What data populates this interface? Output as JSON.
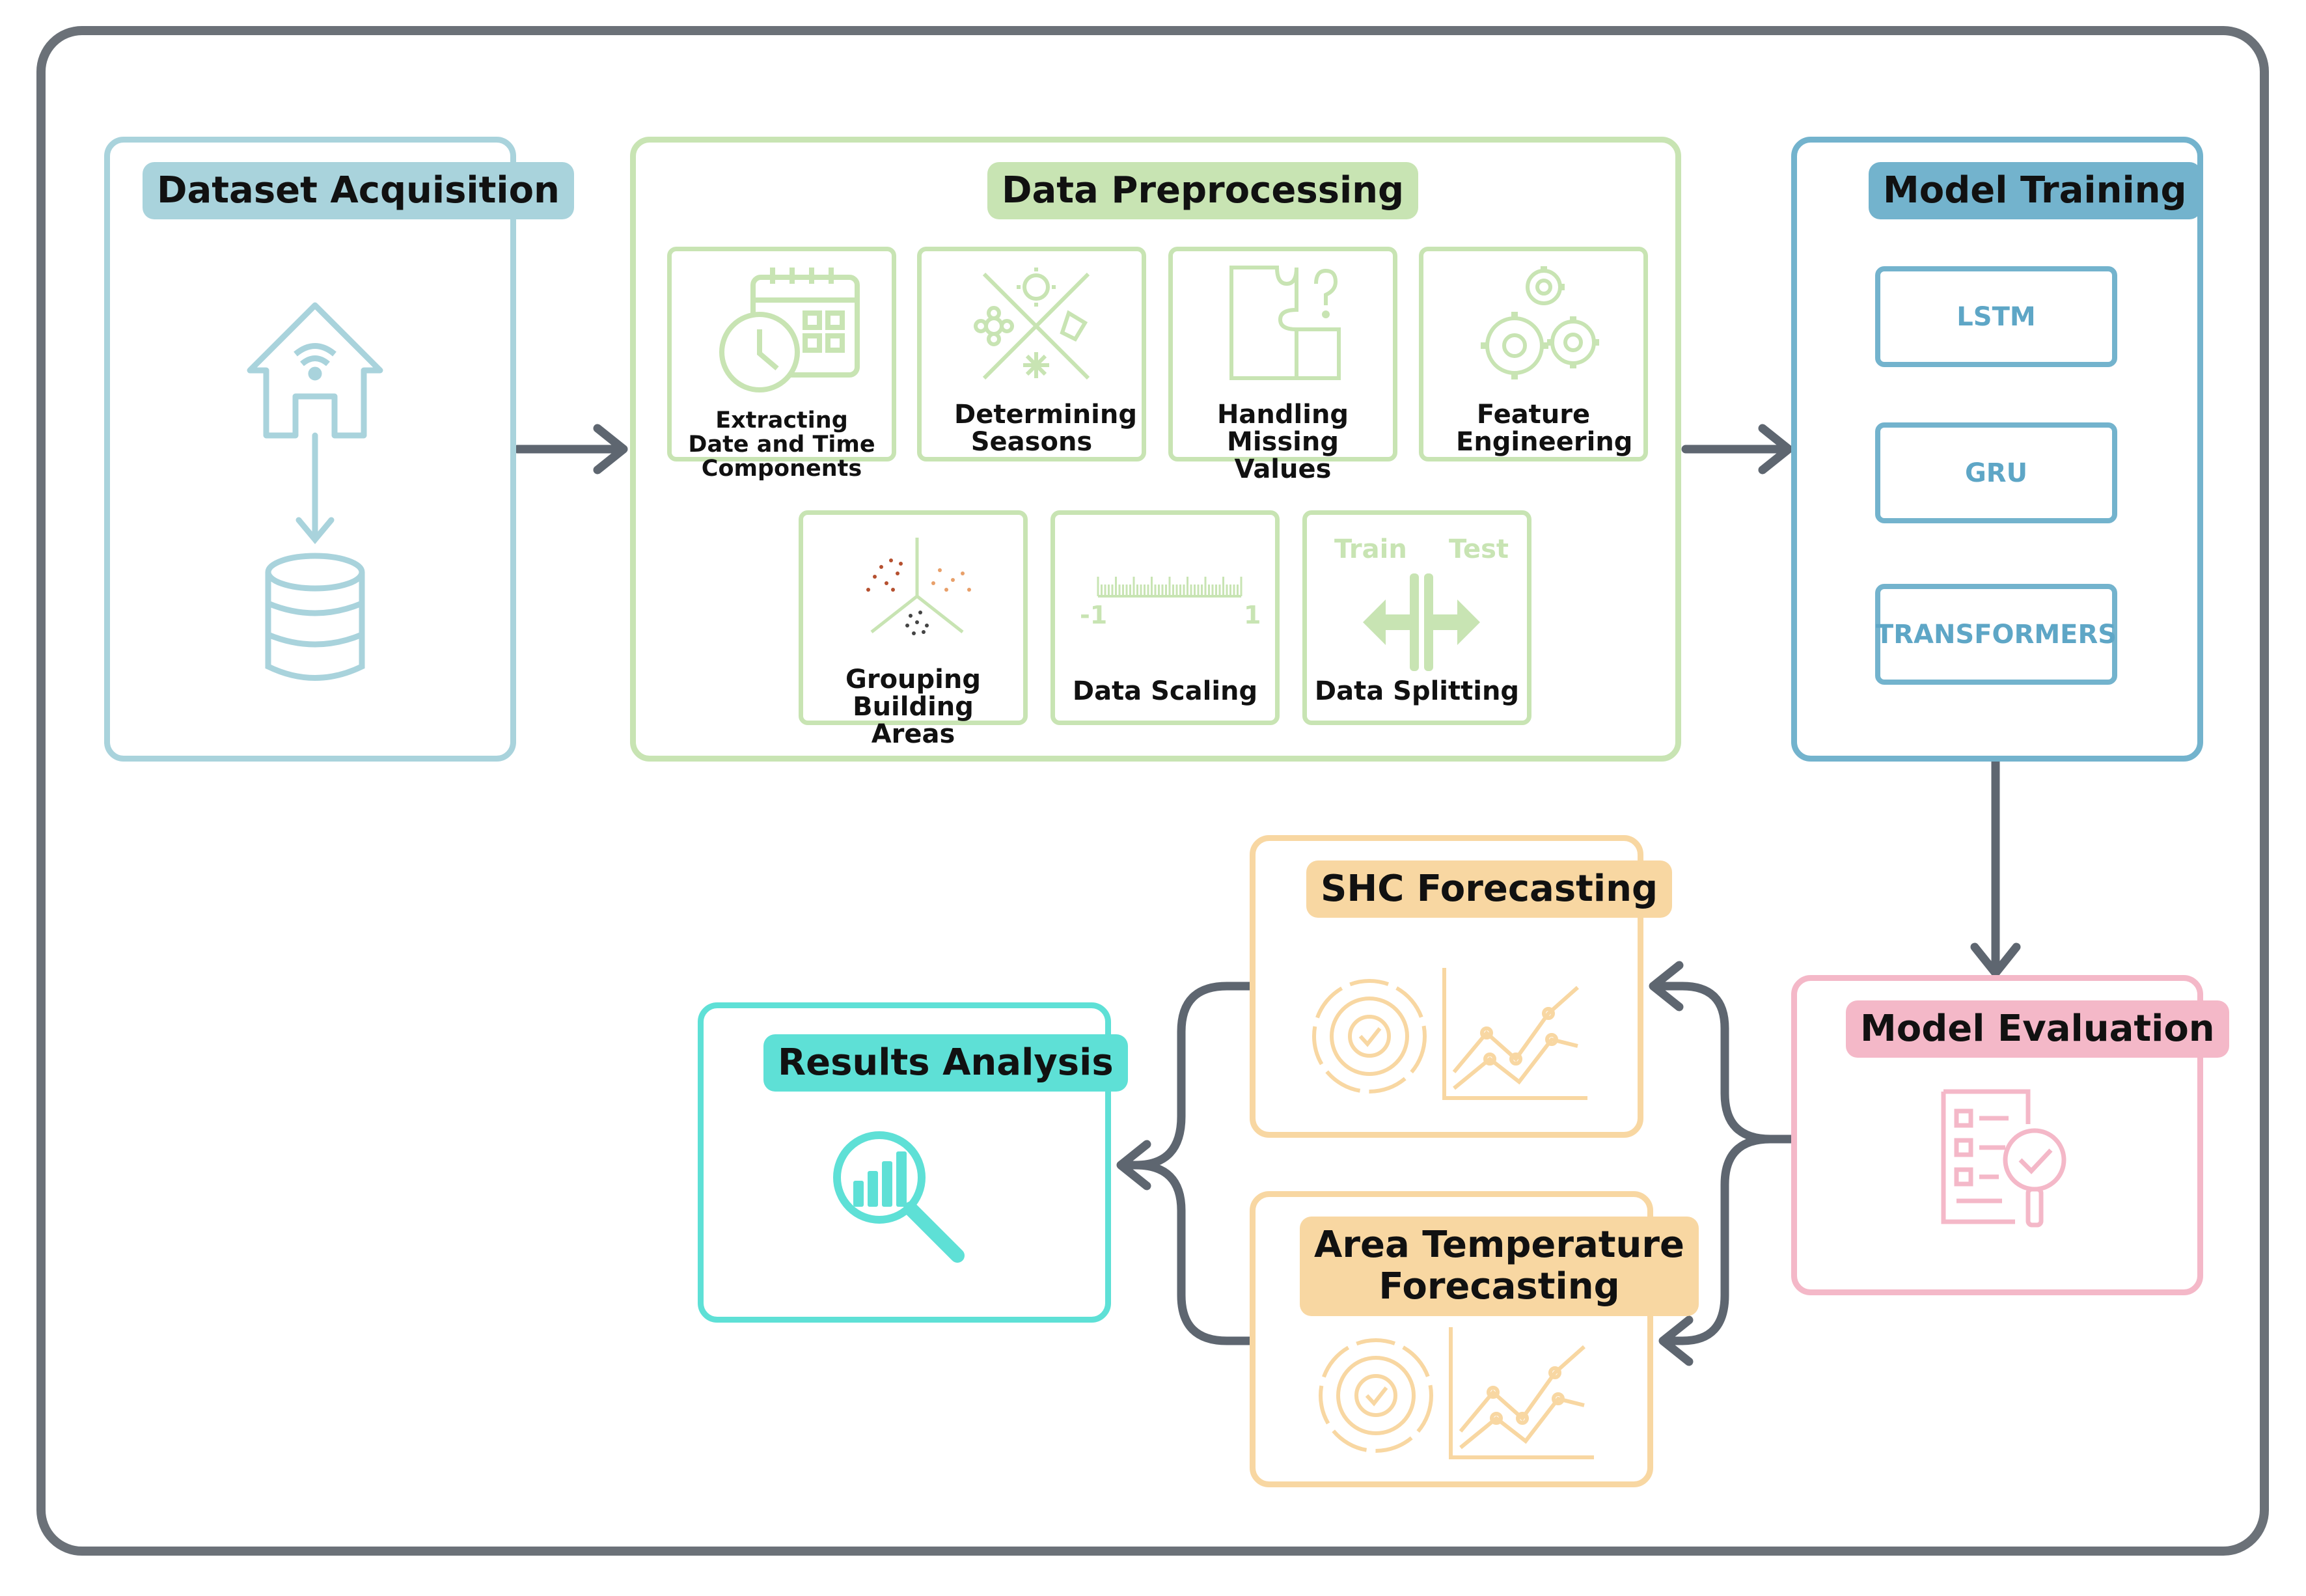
{
  "dataset_acquisition": {
    "title": "Dataset Acquisition"
  },
  "data_preprocessing": {
    "title": "Data Preprocessing",
    "steps": [
      {
        "label": "Extracting Date and Time Components"
      },
      {
        "label": "Determining Seasons"
      },
      {
        "label": "Handling Missing Values"
      },
      {
        "label": "Feature Engineering"
      },
      {
        "label": "Grouping Building Areas"
      },
      {
        "label": "Data Scaling",
        "scale_min": "-1",
        "scale_max": "1"
      },
      {
        "label": "Data Splitting",
        "train": "Train",
        "test": "Test"
      }
    ]
  },
  "model_training": {
    "title": "Model Training",
    "models": [
      "LSTM",
      "GRU",
      "TRANSFORMERS"
    ]
  },
  "model_evaluation": {
    "title": "Model Evaluation"
  },
  "shc_forecasting": {
    "title": "SHC Forecasting"
  },
  "area_temperature_forecasting": {
    "title_line1": "Area Temperature",
    "title_line2": "Forecasting"
  },
  "results_analysis": {
    "title": "Results Analysis"
  },
  "colors": {
    "frame": "#6b7178",
    "dataset": "#a9d3dc",
    "preprocessing": "#c8e4b3",
    "training": "#73b3cd",
    "evaluation": "#f4b8c8",
    "forecasting": "#f8d7a2",
    "results": "#5ee0d6",
    "arrow": "#5e6670"
  }
}
